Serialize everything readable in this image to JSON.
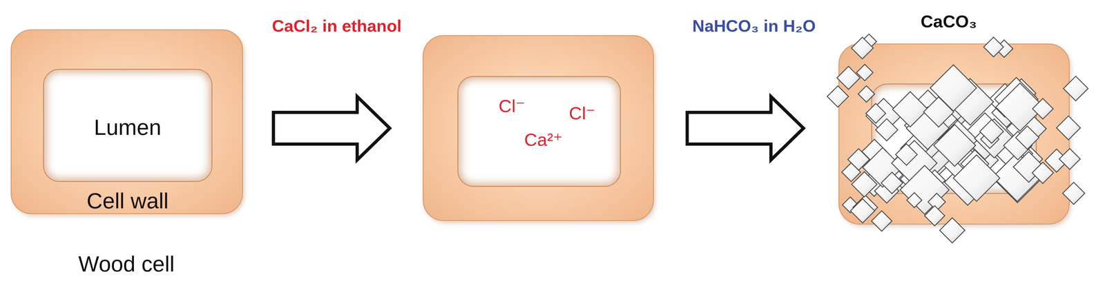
{
  "diagram": {
    "nodes": [
      {
        "text": [
          "Cell wall",
          "Wood cell"
        ]
      },
      {
        "text": [
          "Lumen"
        ],
        "in": 0
      },
      {
        "text": [
          "Cl⁻",
          "Cl⁻",
          "Ca²⁺"
        ]
      },
      {
        "text": [
          "CaCO₃"
        ]
      }
    ],
    "edges": [
      {
        "from": 0,
        "to": 2,
        "arrow": "to",
        "label": "CaCl₂ in ethanol"
      },
      {
        "from": 2,
        "to": 3,
        "arrow": "to",
        "label": "NaHCO₃ in H₂O"
      }
    ]
  }
}
